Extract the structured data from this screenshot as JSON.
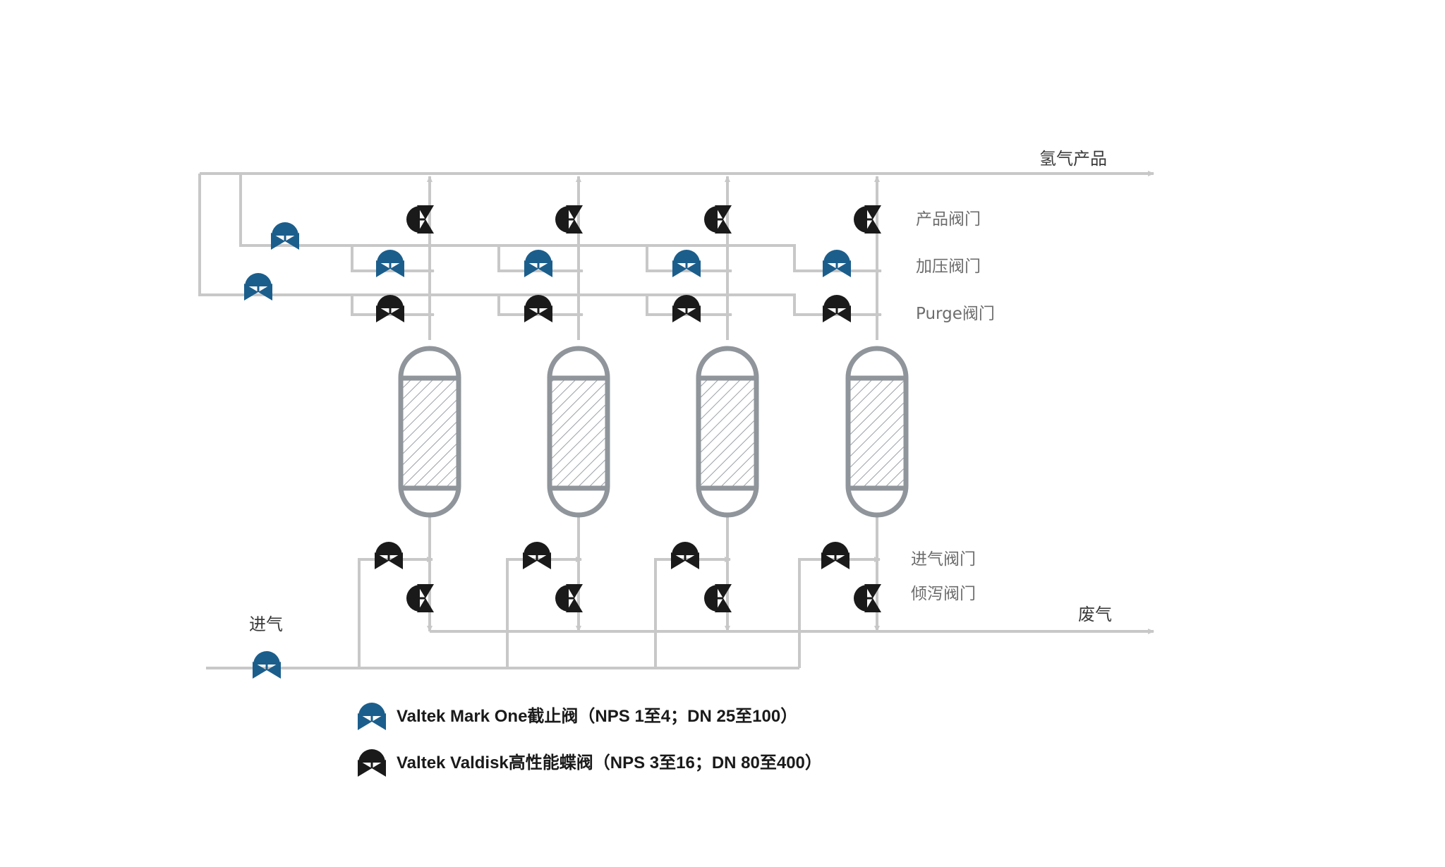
{
  "labels": {
    "hydrogen_product": "氢气产品",
    "product_valve": "产品阀门",
    "pressurize_valve": "加压阀门",
    "purge_valve": "Purge阀门",
    "feed_valve": "进气阀门",
    "dump_valve": "倾泻阀门",
    "waste_gas": "废气",
    "feed_gas": "进气"
  },
  "legend": [
    {
      "text": "Valtek Mark One截止阀（NPS 1至4；DN 25至100）",
      "icon": "globe-valve-icon",
      "color": "#1b5e8c"
    },
    {
      "text": "Valtek Valdisk高性能蝶阀（NPS 3至16；DN 80至400）",
      "icon": "butterfly-valve-icon",
      "color": "#1a1a1a"
    }
  ],
  "colors": {
    "pipe": "#c8c8c8",
    "vessel": "#8f959b",
    "mark_one": "#1b5e8c",
    "valdisk": "#1a1a1a"
  }
}
